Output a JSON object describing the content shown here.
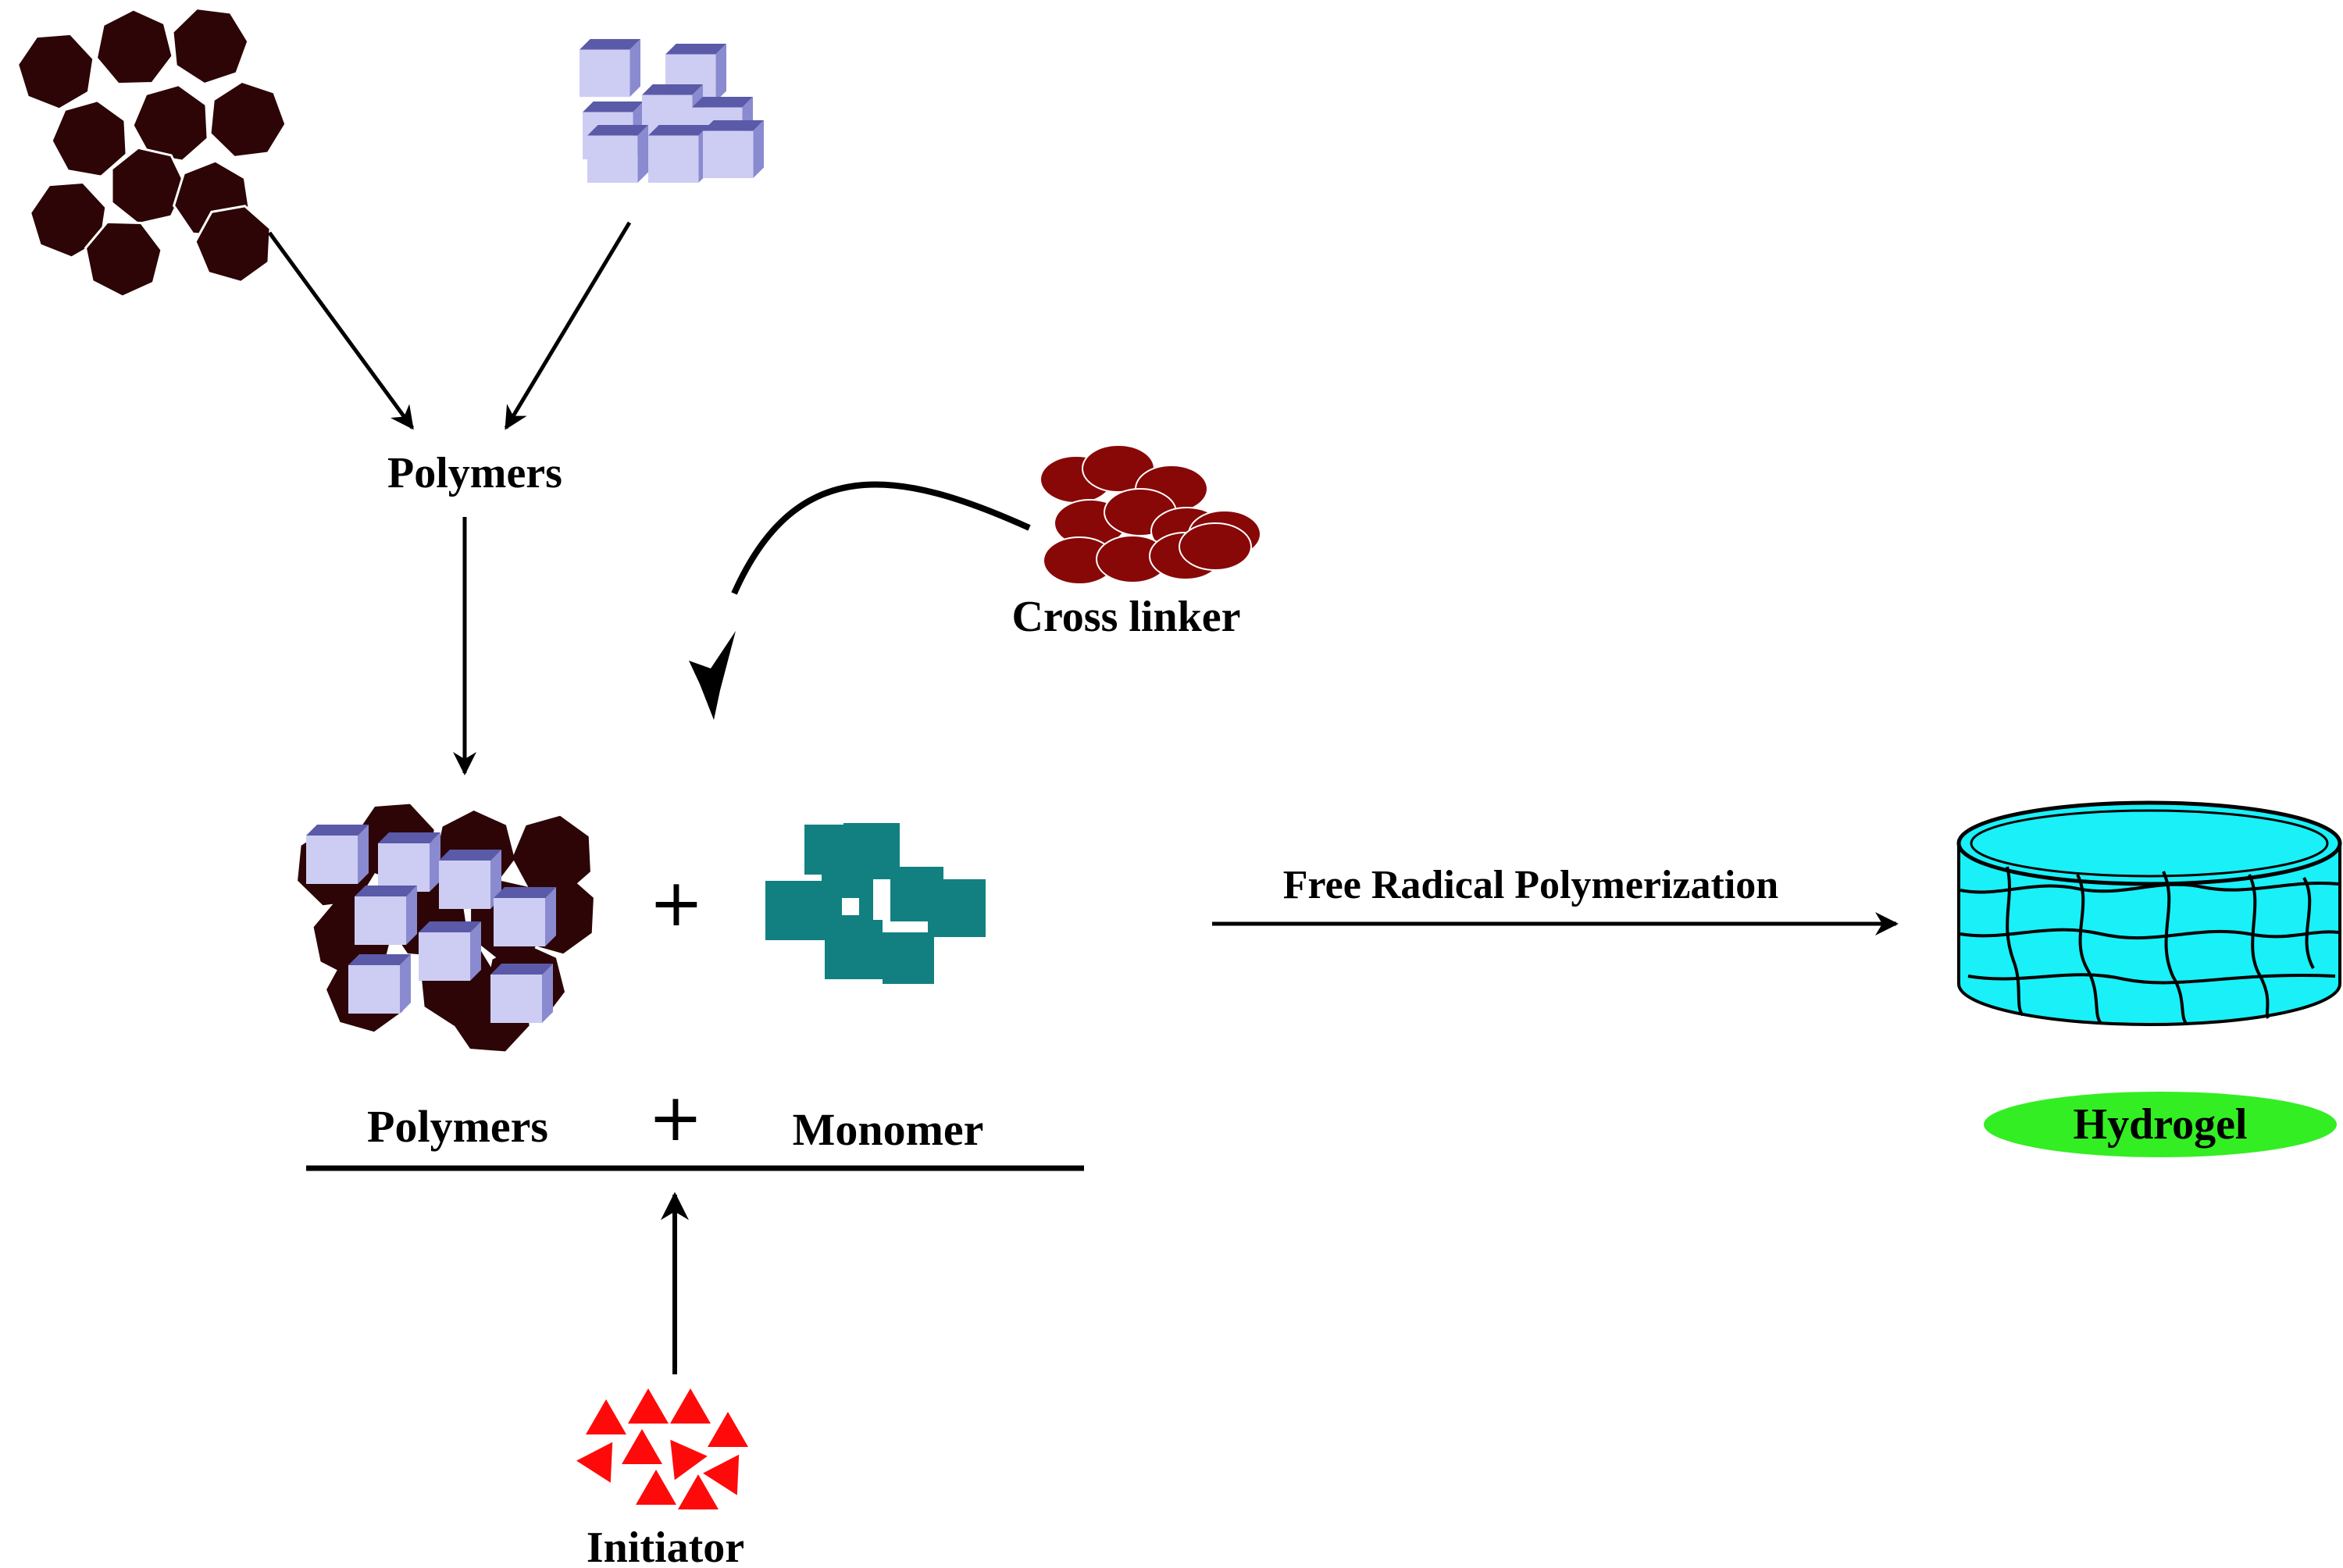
{
  "labels": {
    "polymers_top": "Polymers",
    "cross_linker": "Cross linker",
    "polymers_bottom": "Polymers",
    "plus_bottom": "+",
    "monomer": "Monomer",
    "plus_middle": "+",
    "free_radical": "Free Radical Polymerization",
    "hydrogel": "Hydrogel",
    "initiator": "Initiator"
  },
  "icons": {
    "polymer_a": "heptagon-cluster-icon",
    "polymer_b": "cube-cluster-icon",
    "mixed_polymers": "mixed-polymer-cluster-icon",
    "monomer": "square-cluster-icon",
    "cross_linker": "disc-cluster-icon",
    "initiator": "triangle-cluster-icon",
    "hydrogel": "hydrogel-network-disc-icon"
  },
  "colors": {
    "polymer_a": "#2d0506",
    "cube_top": "#5a5aa8",
    "cube_front": "#cdcdf4",
    "cube_side": "#8a8ad0",
    "monomer": "#128080",
    "cross_linker": "#880808",
    "initiator": "#ff0a0a",
    "hydrogel_fill": "#19f0f8",
    "hydrogel_badge": "#33ee22",
    "line": "#000000"
  }
}
